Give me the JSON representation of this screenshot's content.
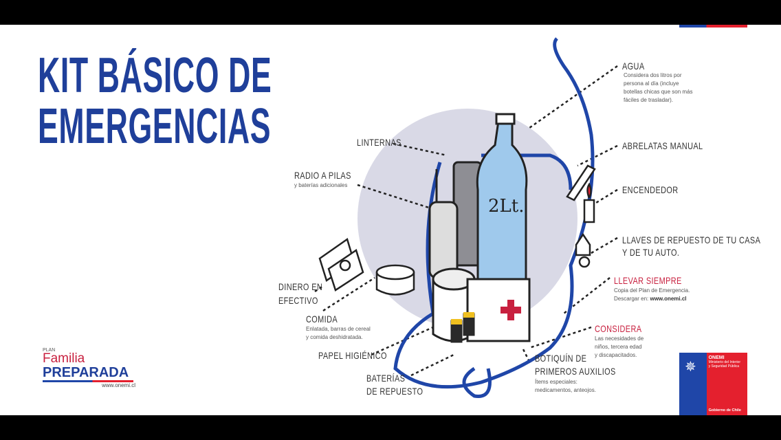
{
  "title": {
    "line1": "KIT BÁSICO DE",
    "line2": "EMERGENCIAS"
  },
  "items": {
    "agua": {
      "label": "AGUA",
      "desc": [
        "Considera dos litros por",
        "persona al día (incluye",
        "botellas chicas que son más",
        "fáciles de trasladar)."
      ]
    },
    "abrelatas": {
      "label": "ABRELATAS MANUAL"
    },
    "encendedor": {
      "label": "ENCENDEDOR"
    },
    "llaves": {
      "line1": "LLAVES DE REPUESTO DE TU CASA",
      "line2": "Y DE TU AUTO."
    },
    "llevar": {
      "label": "LLEVAR SIEMPRE",
      "desc1": "Copia del Plan de Emergencia.",
      "desc2_prefix": "Descargar en: ",
      "desc2_url": "www.onemi.cl"
    },
    "considera": {
      "label": "CONSIDERA",
      "desc": [
        "Las necesidades de",
        "niños, tercera edad",
        "y discapacitados."
      ]
    },
    "botiquin": {
      "line1": "BOTIQUÍN DE",
      "line2": "PRIMEROS AUXILIOS",
      "desc": [
        "Ítems especiales:",
        "medicamentos, anteojos."
      ]
    },
    "baterias": {
      "line1": "BATERÍAS",
      "line2": "DE REPUESTO"
    },
    "papel": {
      "label": "PAPEL HIGIÉNICO"
    },
    "comida": {
      "label": "COMIDA",
      "desc": [
        "Enlatada, barras de cereal",
        "y comida deshidratada."
      ]
    },
    "dinero": {
      "line1": "DINERO EN",
      "line2": "EFECTIVO"
    },
    "radio": {
      "label": "RADIO A PILAS",
      "desc": "y baterías adicionales"
    },
    "linternas": {
      "label": "LINTERNAS"
    },
    "bottle_label": "2Lt."
  },
  "logo_familia": {
    "plan": "PLAN",
    "familia": "Familia",
    "preparada": "PREPARADA",
    "url": "www.onemi.cl"
  },
  "logo_onemi": {
    "name": "ONEMI",
    "ministry1": "Ministerio del Interior",
    "ministry2": "y Seguridad Pública",
    "gobierno": "Gobierno de Chile"
  },
  "colors": {
    "title_blue": "#1f3f9a",
    "accent_red": "#c8203f",
    "circle": "#d9d9e6"
  }
}
